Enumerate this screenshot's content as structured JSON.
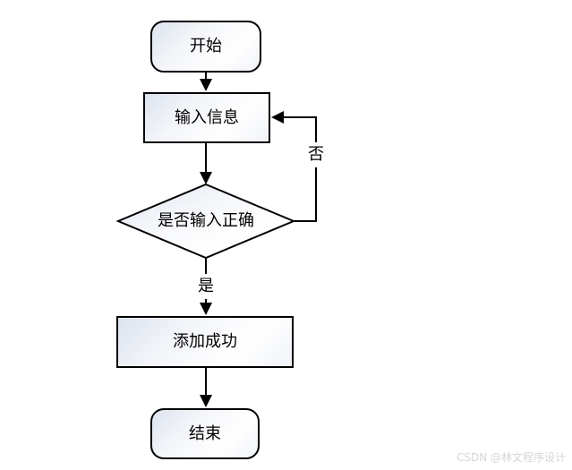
{
  "diagram": {
    "type": "flowchart",
    "nodes": {
      "start": {
        "label": "开始",
        "shape": "terminator"
      },
      "input": {
        "label": "输入信息",
        "shape": "process"
      },
      "decision": {
        "label": "是否输入正确",
        "shape": "decision"
      },
      "success": {
        "label": "添加成功",
        "shape": "process"
      },
      "end": {
        "label": "结束",
        "shape": "terminator"
      }
    },
    "edge_labels": {
      "yes": "是",
      "no": "否"
    },
    "edges": [
      {
        "from": "start",
        "to": "input"
      },
      {
        "from": "input",
        "to": "decision"
      },
      {
        "from": "decision",
        "to": "success",
        "label": "是"
      },
      {
        "from": "decision",
        "to": "input",
        "label": "否"
      },
      {
        "from": "success",
        "to": "end"
      }
    ],
    "colors": {
      "stroke": "#000000",
      "fill_top": "#dde3ee",
      "fill_bottom": "#ffffff",
      "canvas_bg": "#ffffff",
      "watermark": "#d6d6d6"
    },
    "watermark": "CSDN @林文程序设计"
  }
}
